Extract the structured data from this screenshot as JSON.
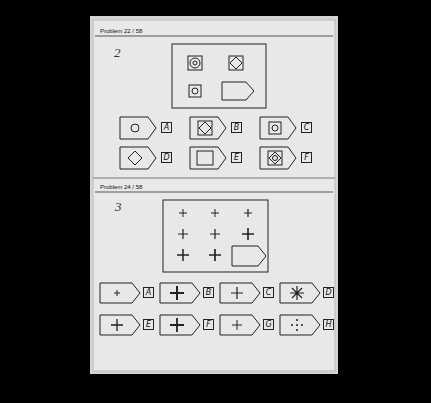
{
  "diagram": {
    "nodes": [
      {
        "text": [
          "A"
        ]
      },
      {
        "text": [
          "B"
        ]
      },
      {
        "text": [
          "C"
        ]
      },
      {
        "text": [
          "D"
        ]
      },
      {
        "text": [
          "E"
        ]
      },
      {
        "text": [
          "F"
        ]
      },
      {
        "text": [
          "A"
        ]
      },
      {
        "text": [
          "B"
        ]
      },
      {
        "text": [
          "C"
        ]
      },
      {
        "text": [
          "D"
        ]
      },
      {
        "text": [
          "E"
        ]
      },
      {
        "text": [
          "F"
        ]
      },
      {
        "text": [
          "G"
        ]
      },
      {
        "text": [
          "H"
        ]
      }
    ],
    "labels": [
      "Problem 22 / 58",
      "2",
      "Problem 24 / 58",
      "3"
    ]
  }
}
